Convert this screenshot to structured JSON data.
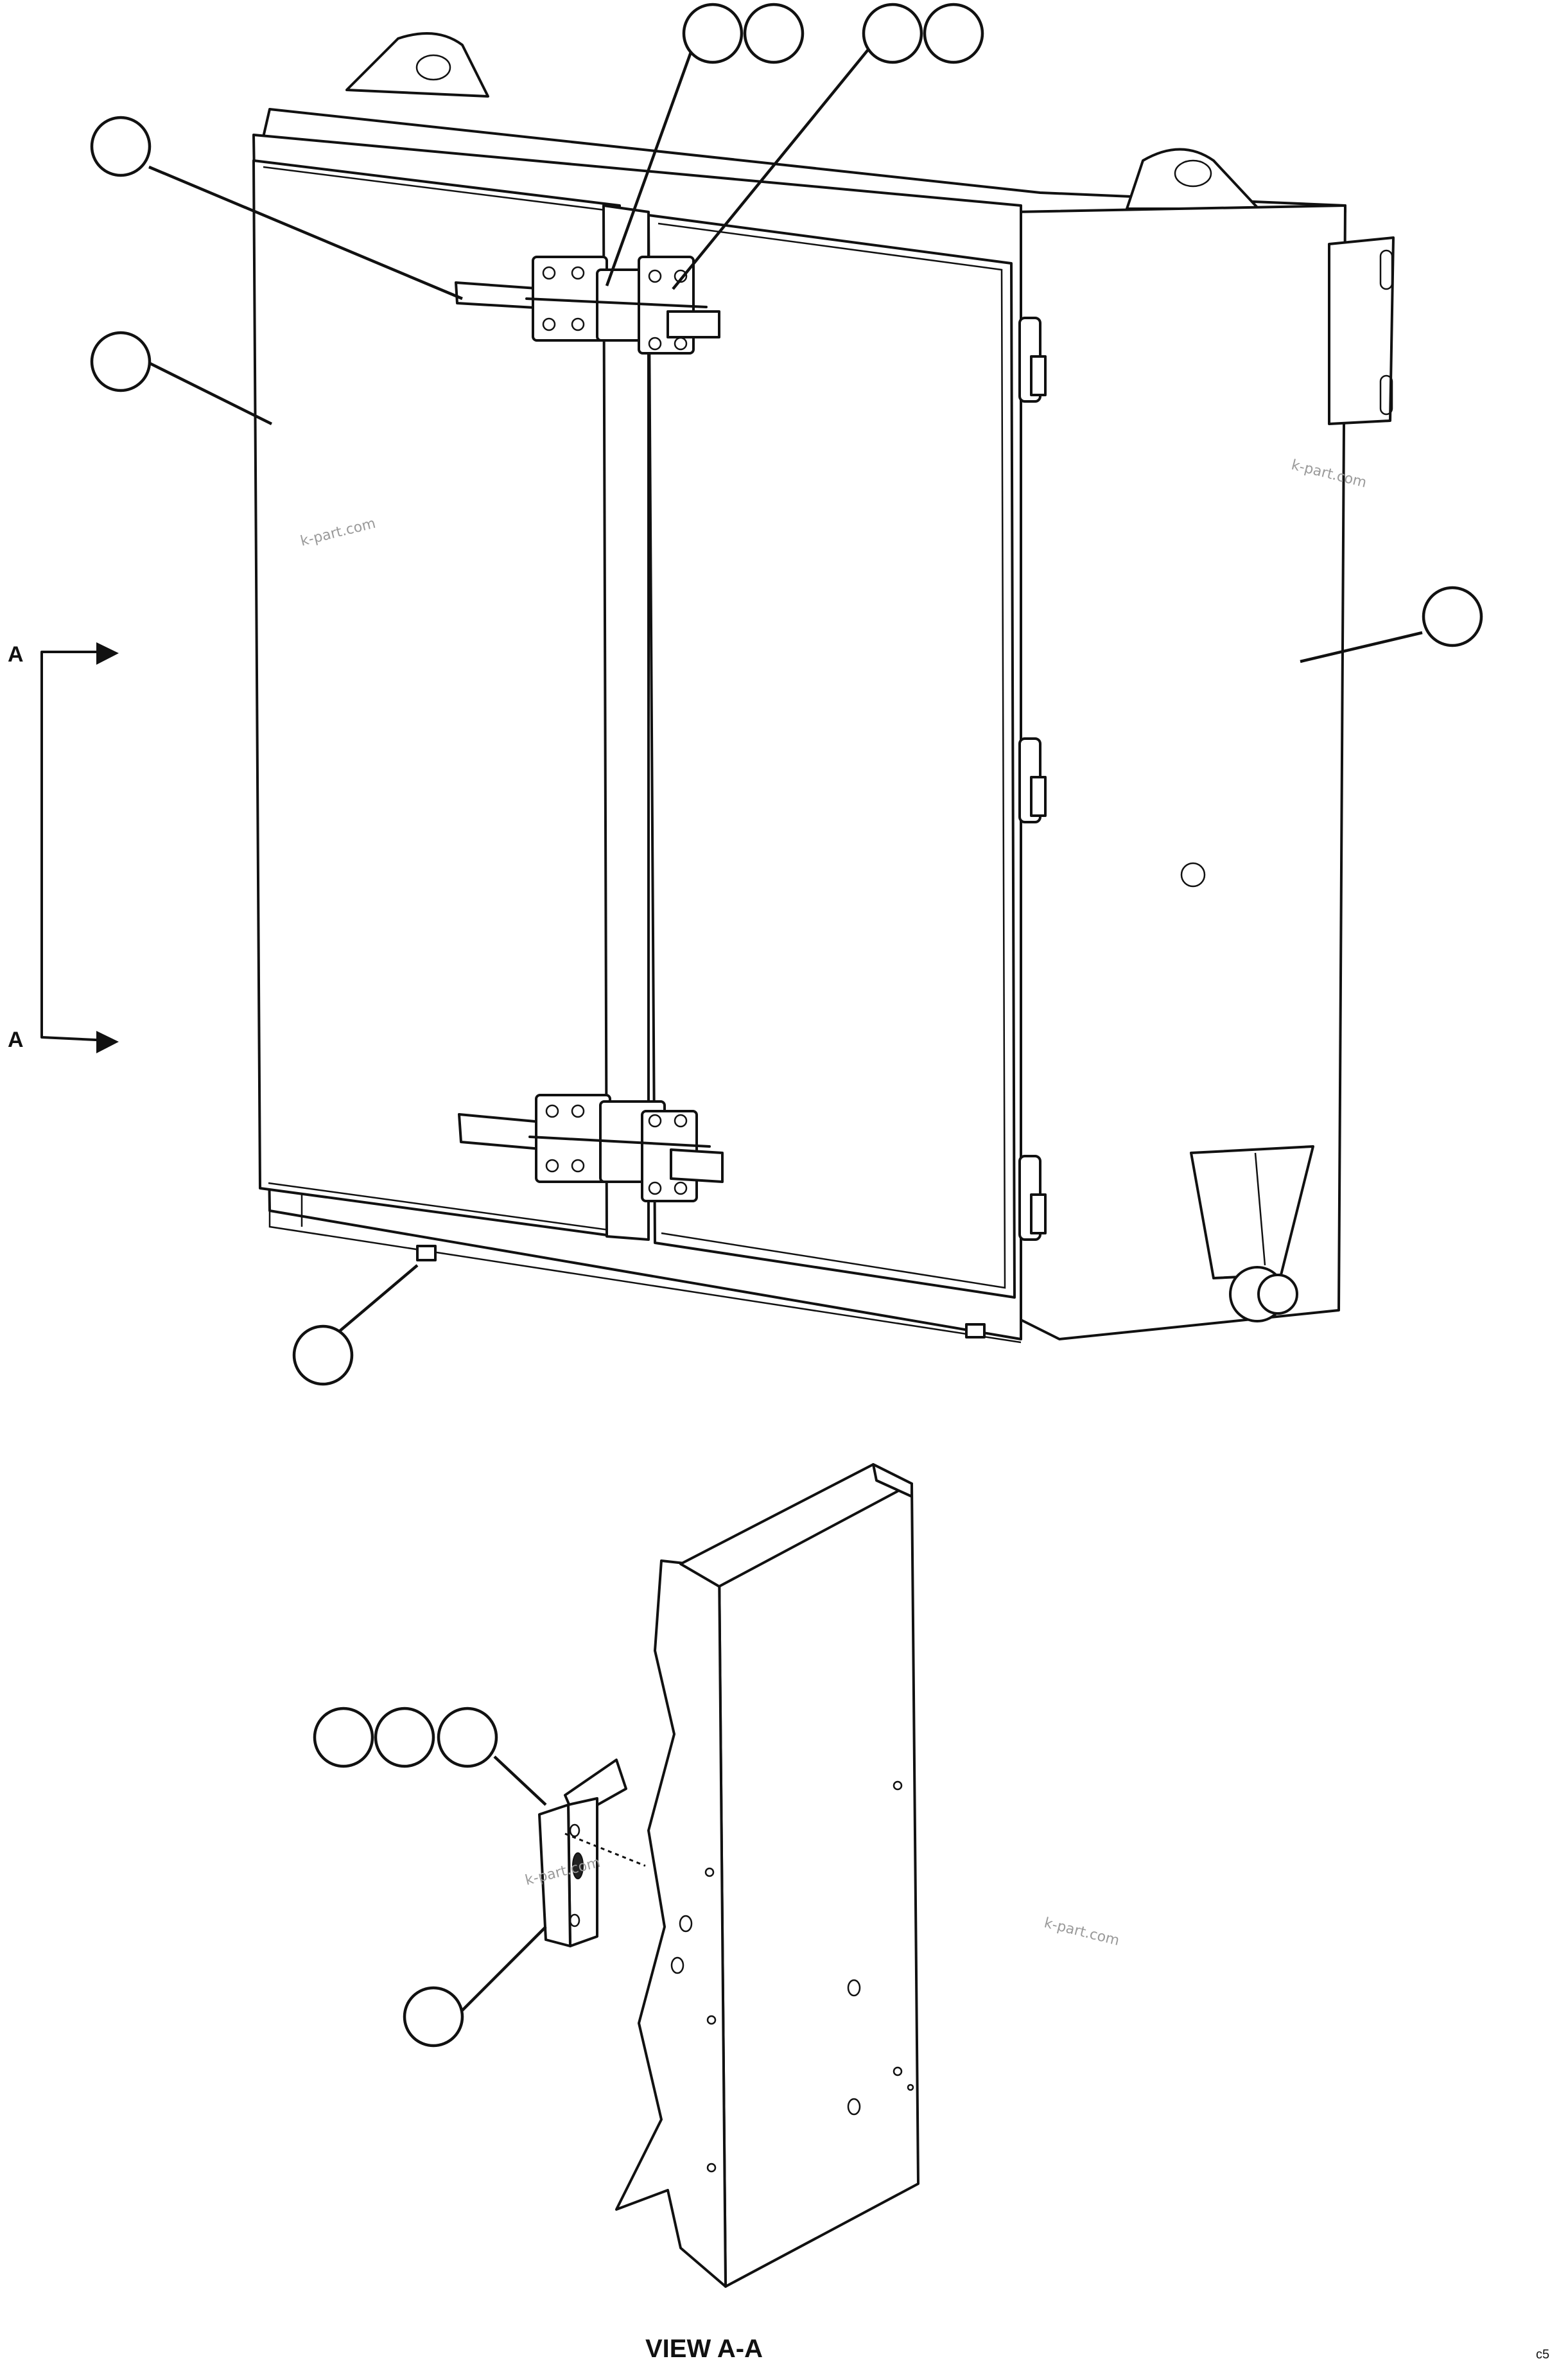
{
  "section_marker": {
    "letter": "A"
  },
  "view_title": "VIEW A-A",
  "watermark": "k-part.com",
  "sheet_code": "c5"
}
